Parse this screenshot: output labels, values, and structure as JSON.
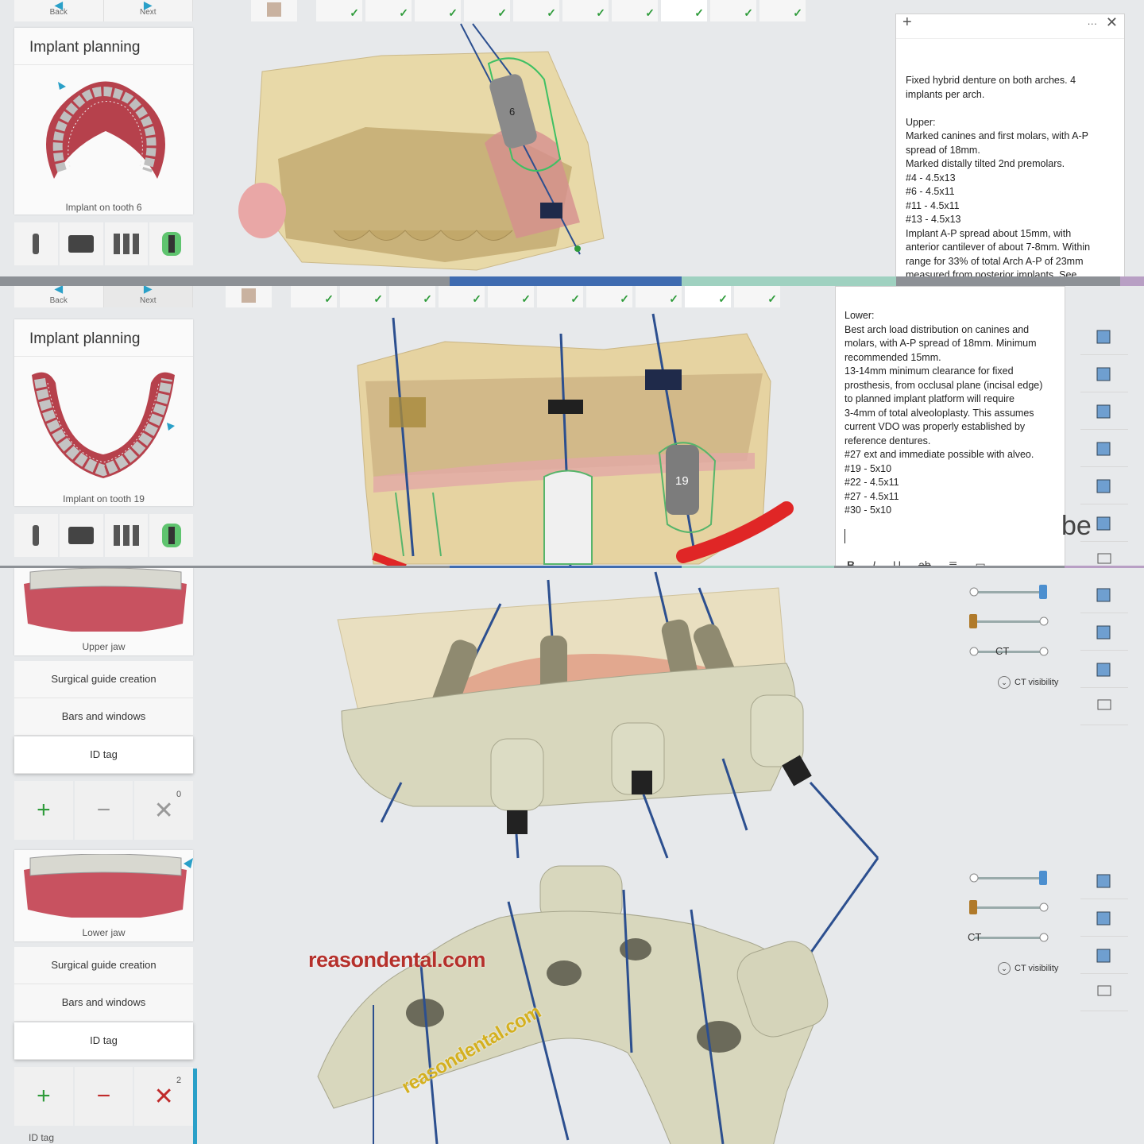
{
  "nav": {
    "back_label": "Back",
    "next_label": "Next"
  },
  "panel1": {
    "card_title": "Implant planning",
    "card_caption": "Implant on tooth 6",
    "implant_number": "6",
    "notes_lines": [
      "Fixed hybrid denture on both arches. 4",
      "implants per arch.",
      "",
      "Upper:",
      "Marked canines and first molars, with A-P",
      "spread of 18mm.",
      "Marked distally tilted 2nd premolars.",
      "#4 - 4.5x13",
      "#6 - 4.5x11",
      "#11 - 4.5x11",
      "#13 - 4.5x13",
      "Implant A-P spread about 15mm, with",
      "anterior cantilever of about 7-8mm. Within",
      "range for 33% of total Arch A-P of 23mm",
      "measured from posterior implants. See"
    ]
  },
  "panel2": {
    "card_title": "Implant planning",
    "card_caption": "Implant on tooth 19",
    "implant_number": "19",
    "side_text": "be",
    "notes_lines": [
      "Lower:",
      "Best arch load distribution on canines and",
      "molars, with A-P spread of 18mm. Minimum",
      "recommended 15mm.",
      "13-14mm minimum clearance for fixed",
      "prosthesis, from occlusal plane (incisal edge)",
      "to planned implant platform will require",
      "3-4mm of total alveoloplasty. This assumes",
      "current VDO was properly established by",
      "reference dentures.",
      "#27 ext and immediate possible with alveo.",
      "#19 - 5x10",
      "#22 - 4.5x11",
      "#27 - 4.5x11",
      "#30 - 5x10"
    ],
    "format_bar": [
      "B",
      "I",
      "U",
      "ab"
    ]
  },
  "panel3": {
    "upper": {
      "caption": "Upper jaw",
      "menu": [
        "Surgical guide creation",
        "Bars and windows",
        "ID tag"
      ],
      "count": "0"
    },
    "lower": {
      "caption": "Lower jaw",
      "menu": [
        "Surgical guide creation",
        "Bars and windows",
        "ID tag"
      ],
      "count": "2",
      "bottom_label": "ID tag"
    },
    "ct_label": "CT",
    "ct_visibility": "CT visibility",
    "watermark_1": "reasondental.com",
    "watermark_2": "reasondental.com"
  },
  "colors": {
    "accent_blue": "#3f6bb0",
    "check_green": "#2e9b3a",
    "gum_pink": "#d56a78",
    "guide_beige": "#d9d8bf",
    "scan_tan": "#e2cf9a",
    "implant_grey": "#8a8a8a",
    "watermark_red": "#b5302b",
    "remove_red": "#c02b2b",
    "add_green": "#2e9b3a"
  },
  "icons": [
    "back-arrow-icon",
    "next-arrow-icon",
    "implant-icon",
    "abutment-icon",
    "multi-implant-icon",
    "guided-implant-icon",
    "checkmark-icon",
    "plus-icon",
    "minus-icon",
    "close-icon",
    "view-cube-icon",
    "ellipsis-icon"
  ]
}
